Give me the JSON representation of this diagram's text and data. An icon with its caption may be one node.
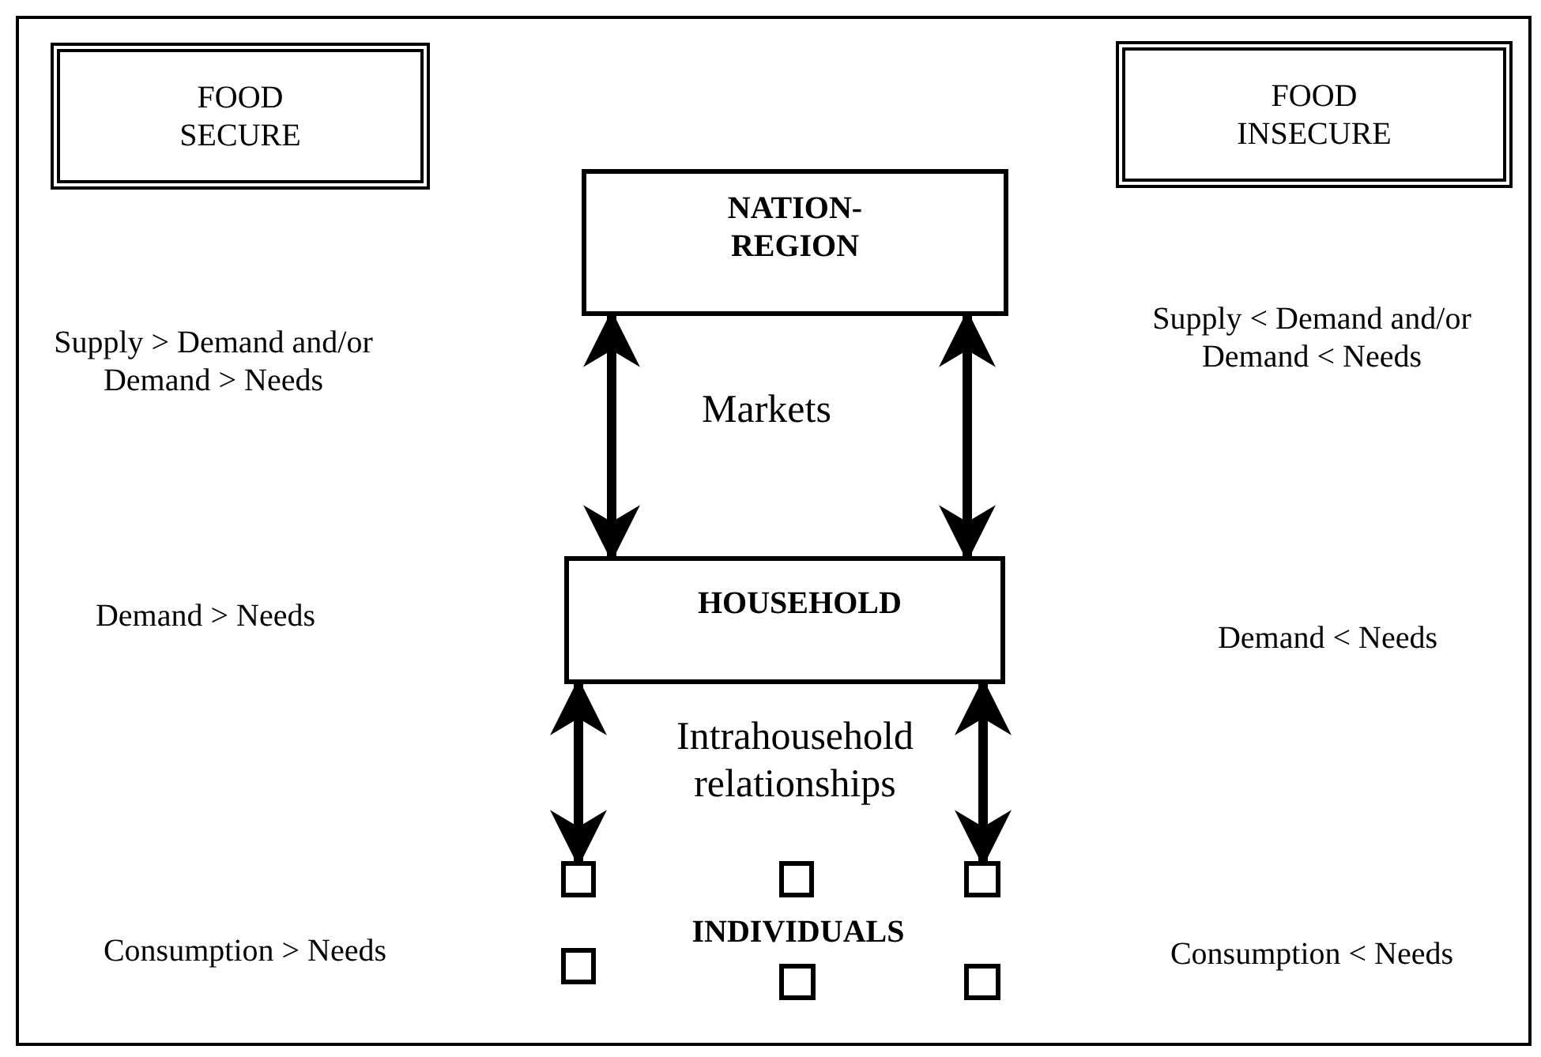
{
  "diagram": {
    "nodes": [
      {
        "text": [
          "FOOD SECURE"
        ]
      },
      {
        "text": [
          "FOOD INSECURE"
        ]
      },
      {
        "text": [
          "NATION- REGION"
        ]
      },
      {
        "text": [
          "HOUSEHOLD"
        ]
      },
      {
        "text": [],
        "shape": "box"
      },
      {
        "text": [],
        "shape": "box"
      },
      {
        "text": [],
        "shape": "box"
      },
      {
        "text": [],
        "shape": "box"
      },
      {
        "text": [],
        "shape": "box"
      },
      {
        "text": [],
        "shape": "box"
      }
    ],
    "edges": [
      {
        "from": 2,
        "to": 3,
        "arrow": "both"
      },
      {
        "from": 2,
        "to": 3,
        "arrow": "both"
      },
      {
        "from": 3,
        "to": 4,
        "arrow": "both"
      },
      {
        "from": 3,
        "to": 6,
        "arrow": "both"
      }
    ],
    "labels": [
      "Supply > Demand and/or Demand > Needs",
      "Supply < Demand and/or Demand < Needs",
      "Markets",
      "Demand > Needs",
      "Demand < Needs",
      "Intrahousehold relationships",
      "Consumption > Needs",
      "INDIVIDUALS",
      "Consumption < Needs"
    ]
  }
}
